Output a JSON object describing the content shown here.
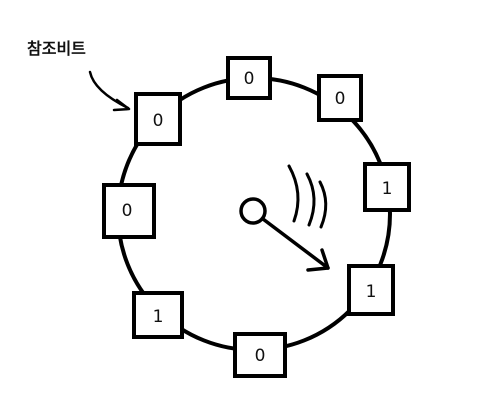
{
  "diagram": {
    "callout_label": "참조비트",
    "frames": [
      {
        "bit": "0"
      },
      {
        "bit": "0"
      },
      {
        "bit": "0"
      },
      {
        "bit": "1"
      },
      {
        "bit": "1"
      },
      {
        "bit": "0"
      },
      {
        "bit": "1"
      },
      {
        "bit": "0"
      }
    ],
    "colors": {
      "stroke": "#000000",
      "background": "#ffffff"
    }
  }
}
